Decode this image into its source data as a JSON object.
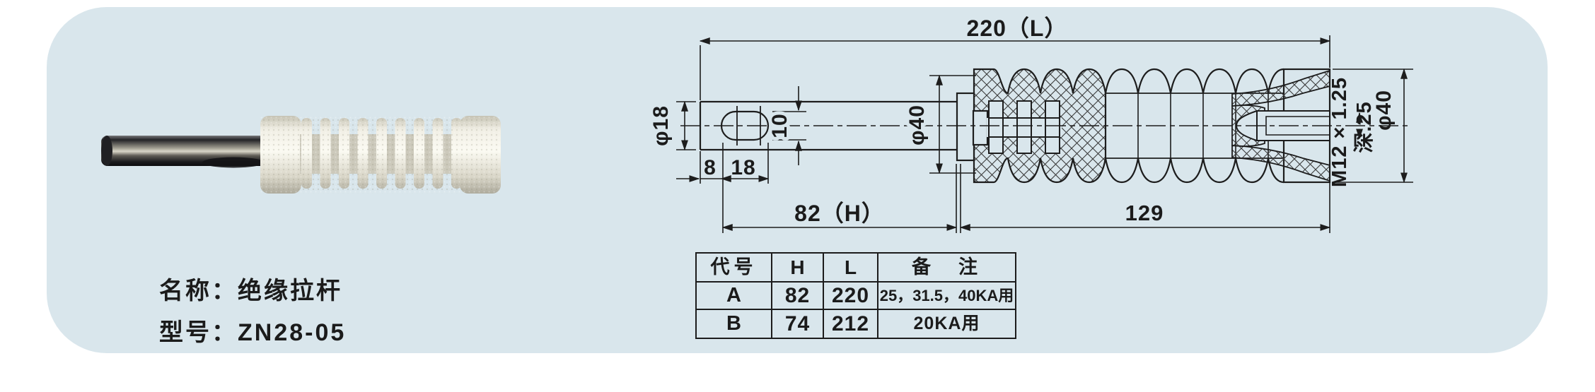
{
  "colors": {
    "panel_bg": "#d9e6ec",
    "line": "#1d1d1d",
    "insulator": "#efede3",
    "shaft_dark": "#2b2b2e"
  },
  "product": {
    "name_line": "名称：绝缘拉杆",
    "model_line": "型号：ZN28-05"
  },
  "drawing": {
    "dims": {
      "total_length": "220（L）",
      "shaft_dia": "φ18",
      "slot_width": "10",
      "slot_offset": "8",
      "slot_length": "18",
      "shaft_length": "82（H）",
      "insulator_dia_left": "φ40",
      "insulator_length": "129",
      "thread_spec": "M12 × 1.25",
      "thread_depth": "深.25",
      "insulator_dia_right": "φ40"
    }
  },
  "table": {
    "headers": [
      "代号",
      "H",
      "L",
      "备　注"
    ],
    "rows": [
      [
        "A",
        "82",
        "220",
        "25，31.5，40KA用"
      ],
      [
        "B",
        "74",
        "212",
        "20KA用"
      ]
    ]
  }
}
